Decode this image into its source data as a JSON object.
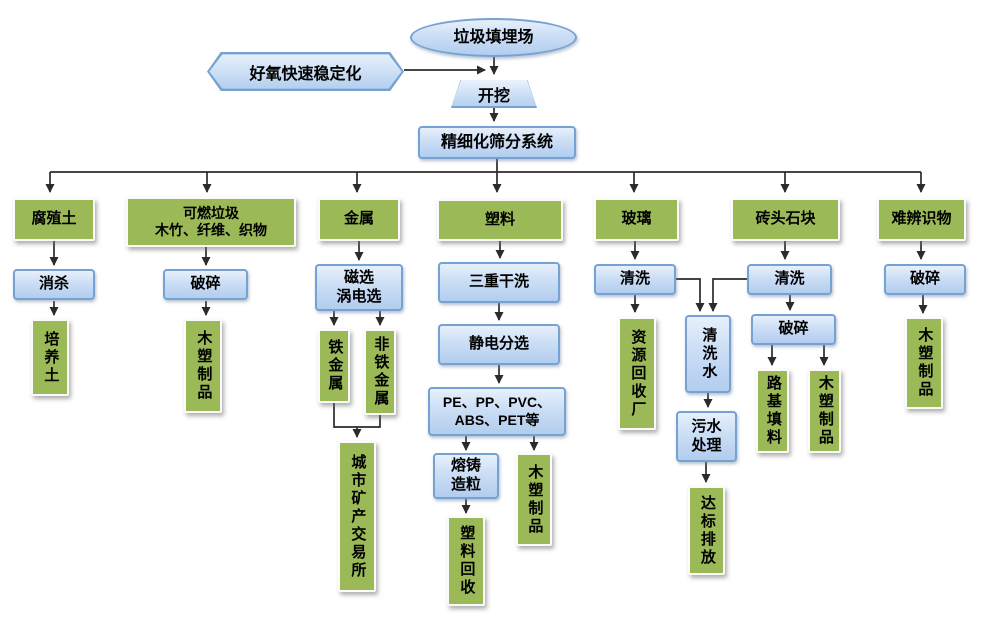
{
  "diagram": {
    "description_colors": {
      "green_node": "#9bba57",
      "blue_node_fill_top": "#e7f0fb",
      "blue_node_fill_bottom": "#b2cdee",
      "blue_node_border": "#76a1d3",
      "connector": "#2b2b2b"
    },
    "nodes": {
      "landfill": "垃圾填埋场",
      "aerobic_stabilization": "好氧快速稳定化",
      "excavation": "开挖",
      "screening_system": "精细化筛分系统",
      "humus_soil": "腐殖土",
      "disinfection": "消杀",
      "cultivation_soil": "培养土",
      "combustible_waste": "可燃垃圾\n木竹、纤维、织物",
      "crushing_combustible": "破碎",
      "wood_plastic_combustible": "木塑制品",
      "metal": "金属",
      "magnetic_eddy_separation": "磁选\n涡电选",
      "ferrous_metal": "铁金属",
      "nonferrous_metal": "非铁金属",
      "urban_mineral_exchange": "城市矿产交易所",
      "plastic": "塑料",
      "triple_dry_wash": "三重干洗",
      "electrostatic_separation": "静电分选",
      "plastic_types": "PE、PP、PVC、\nABS、PET等",
      "melt_granulation": "熔铸\n造粒",
      "plastic_recycling": "塑料回收",
      "wood_plastic_plastic": "木塑制品",
      "glass": "玻璃",
      "washing_glass": "清洗",
      "resource_recovery_plant": "资源回收厂",
      "washing_water": "清洗水",
      "sewage_treatment": "污水\n处理",
      "standard_discharge": "达标排放",
      "bricks_stones": "砖头石块",
      "washing_bricks": "清洗",
      "crushing_bricks": "破碎",
      "roadbed_filler": "路基填料",
      "wood_plastic_bricks": "木塑制品",
      "unidentified_items": "难辨识物",
      "crushing_unidentified": "破碎",
      "wood_plastic_unidentified": "木塑制品"
    }
  }
}
